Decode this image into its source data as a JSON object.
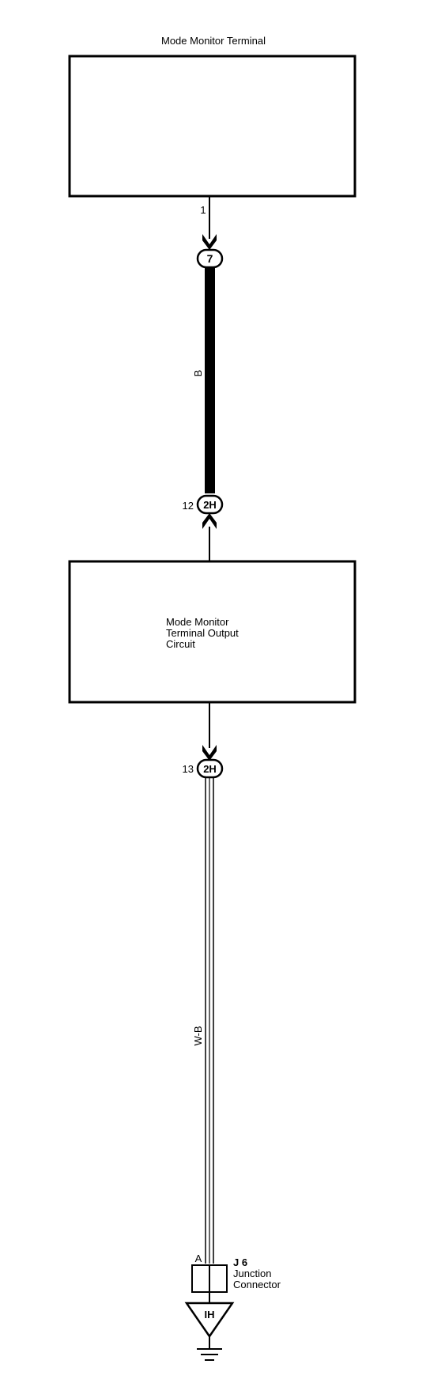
{
  "components": {
    "top_box": {
      "title": "Mode Monitor Terminal",
      "pin": "1"
    },
    "output_circuit": {
      "lines": [
        "Mode Monitor",
        "Terminal Output",
        "Circuit"
      ]
    },
    "junction": {
      "name": "J 6",
      "lines": [
        "Junction",
        "Connector"
      ],
      "pin": "A"
    },
    "ground": {
      "label": "IH"
    }
  },
  "connectors": {
    "c1": {
      "code": "7"
    },
    "c2": {
      "code": "2H",
      "pin": "12"
    },
    "c3": {
      "code": "2H",
      "pin": "13"
    }
  },
  "wires": {
    "w1": {
      "color_code": "B"
    },
    "w2": {
      "color_code": "W-B"
    }
  }
}
